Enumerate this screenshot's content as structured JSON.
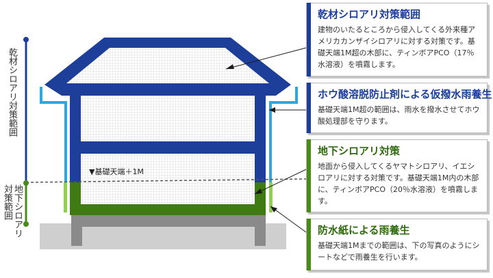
{
  "side_labels": {
    "upper": "乾材シロアリ対策範囲",
    "lower": "地下シロアリ\n対策範囲"
  },
  "height_mark": "▼基礎天端＋1M",
  "callouts": [
    {
      "title": "乾材シロアリ対策範囲",
      "text": "建物のいたるところから侵入してくる外来種アメリカカンザイシロアリに対する対策です。基礎天端1M超の木部に、ティンボアPCO（17％水溶液）を噴霧します。",
      "accent": "#1d3f9a"
    },
    {
      "title": "ホウ酸溶脱防止剤による仮撥水雨養生",
      "text": "基礎天端1M超の範囲は、雨水を撥水させてホウ酸処理部を守ります。",
      "accent": "#1d3f9a"
    },
    {
      "title": "地下シロアリ対策",
      "text": "地面から侵入してくるヤマトシロアリ、イエシロアリに対する対策です。基礎天端1M内の木部に、ティンボアPCO（20％水溶液）を噴霧します。",
      "accent": "#4b8a1a"
    },
    {
      "title": "防水紙による雨養生",
      "text": "基礎天端1Mまでの範囲は、下の写真のようにシートなどで雨養生を行います。",
      "accent": "#4b8a1a"
    }
  ],
  "colors": {
    "frame_blue": "#1d3f9a",
    "frame_green": "#3f7a12",
    "wrap_cyan": "#2fa6dd",
    "wrap_light_green": "#8fd14f",
    "foundation": "#8a8a8a",
    "ground": "#cfcfcf"
  }
}
